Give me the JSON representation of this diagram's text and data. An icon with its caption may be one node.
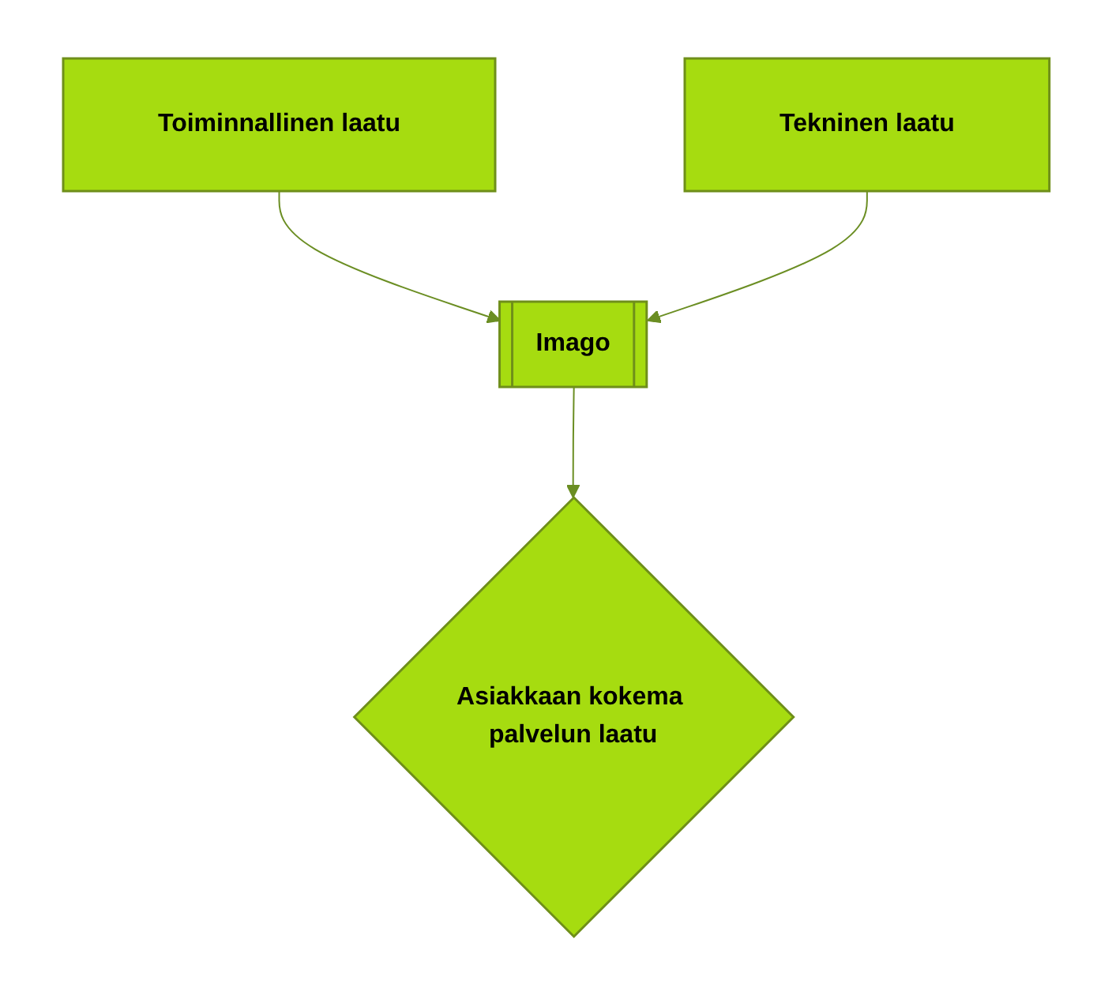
{
  "diagram": {
    "nodes": [
      {
        "text": [
          "Toiminnallinen laatu"
        ]
      },
      {
        "text": [
          "Tekninen laatu"
        ]
      },
      {
        "text": [
          "Imago"
        ]
      },
      {
        "text": [
          "Asiakkaan kokema palvelun laatu"
        ]
      }
    ],
    "edges": [
      {
        "from": 0,
        "to": 2,
        "arrow": "to"
      },
      {
        "from": 1,
        "to": 2,
        "arrow": "to"
      },
      {
        "from": 2,
        "to": 3,
        "arrow": "to"
      }
    ]
  }
}
